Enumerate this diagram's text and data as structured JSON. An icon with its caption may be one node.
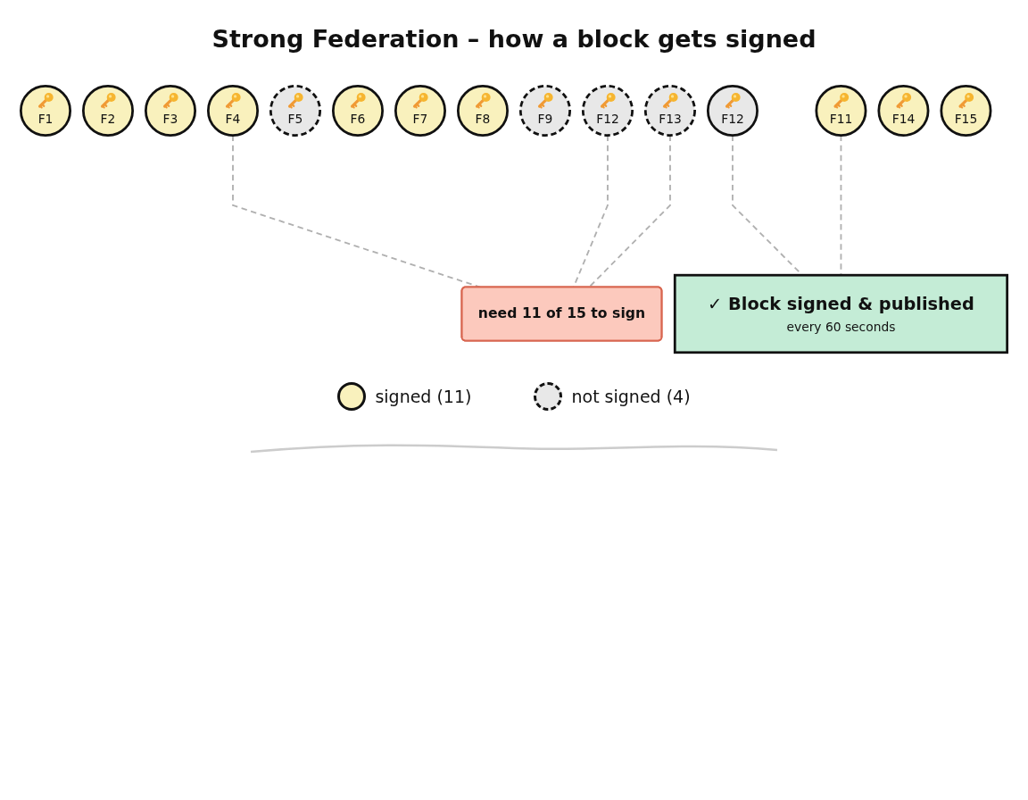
{
  "diagram": {
    "title": "Strong Federation – how a block gets signed",
    "nodes": [
      {
        "text": [
          "F1"
        ]
      },
      {
        "text": [
          "F2"
        ]
      },
      {
        "text": [
          "F3"
        ]
      },
      {
        "text": [
          "F4"
        ]
      },
      {
        "text": [
          "F5"
        ]
      },
      {
        "text": [
          "F6"
        ]
      },
      {
        "text": [
          "F7"
        ]
      },
      {
        "text": [
          "F8"
        ]
      },
      {
        "text": [
          "F9"
        ]
      },
      {
        "text": [
          "F12"
        ]
      },
      {
        "text": [
          "F11"
        ]
      },
      {
        "text": [
          "F12"
        ]
      },
      {
        "text": [
          "F13"
        ]
      },
      {
        "text": [
          "F14"
        ]
      },
      {
        "text": [
          "F15"
        ]
      },
      {
        "text": [
          "need 11 of 15 to sign"
        ]
      },
      {
        "text": [
          "✓ Block signed & published",
          "every 60 seconds"
        ]
      }
    ],
    "edges": [
      {
        "from": 3,
        "to": 15,
        "arrow": "none",
        "style": "dashed"
      },
      {
        "from": 9,
        "to": 16,
        "arrow": "none",
        "style": "dashed"
      },
      {
        "from": 10,
        "to": 16,
        "arrow": "none",
        "style": "dashed"
      },
      {
        "from": 11,
        "to": 15,
        "arrow": "none",
        "style": "dashed"
      },
      {
        "from": 12,
        "to": 15,
        "arrow": "none",
        "style": "dashed"
      }
    ],
    "legend": [
      {
        "text": "signed (11)",
        "color": "#f9f1bd"
      },
      {
        "text": "not signed (4)",
        "color": "#e8e8e8"
      }
    ]
  }
}
